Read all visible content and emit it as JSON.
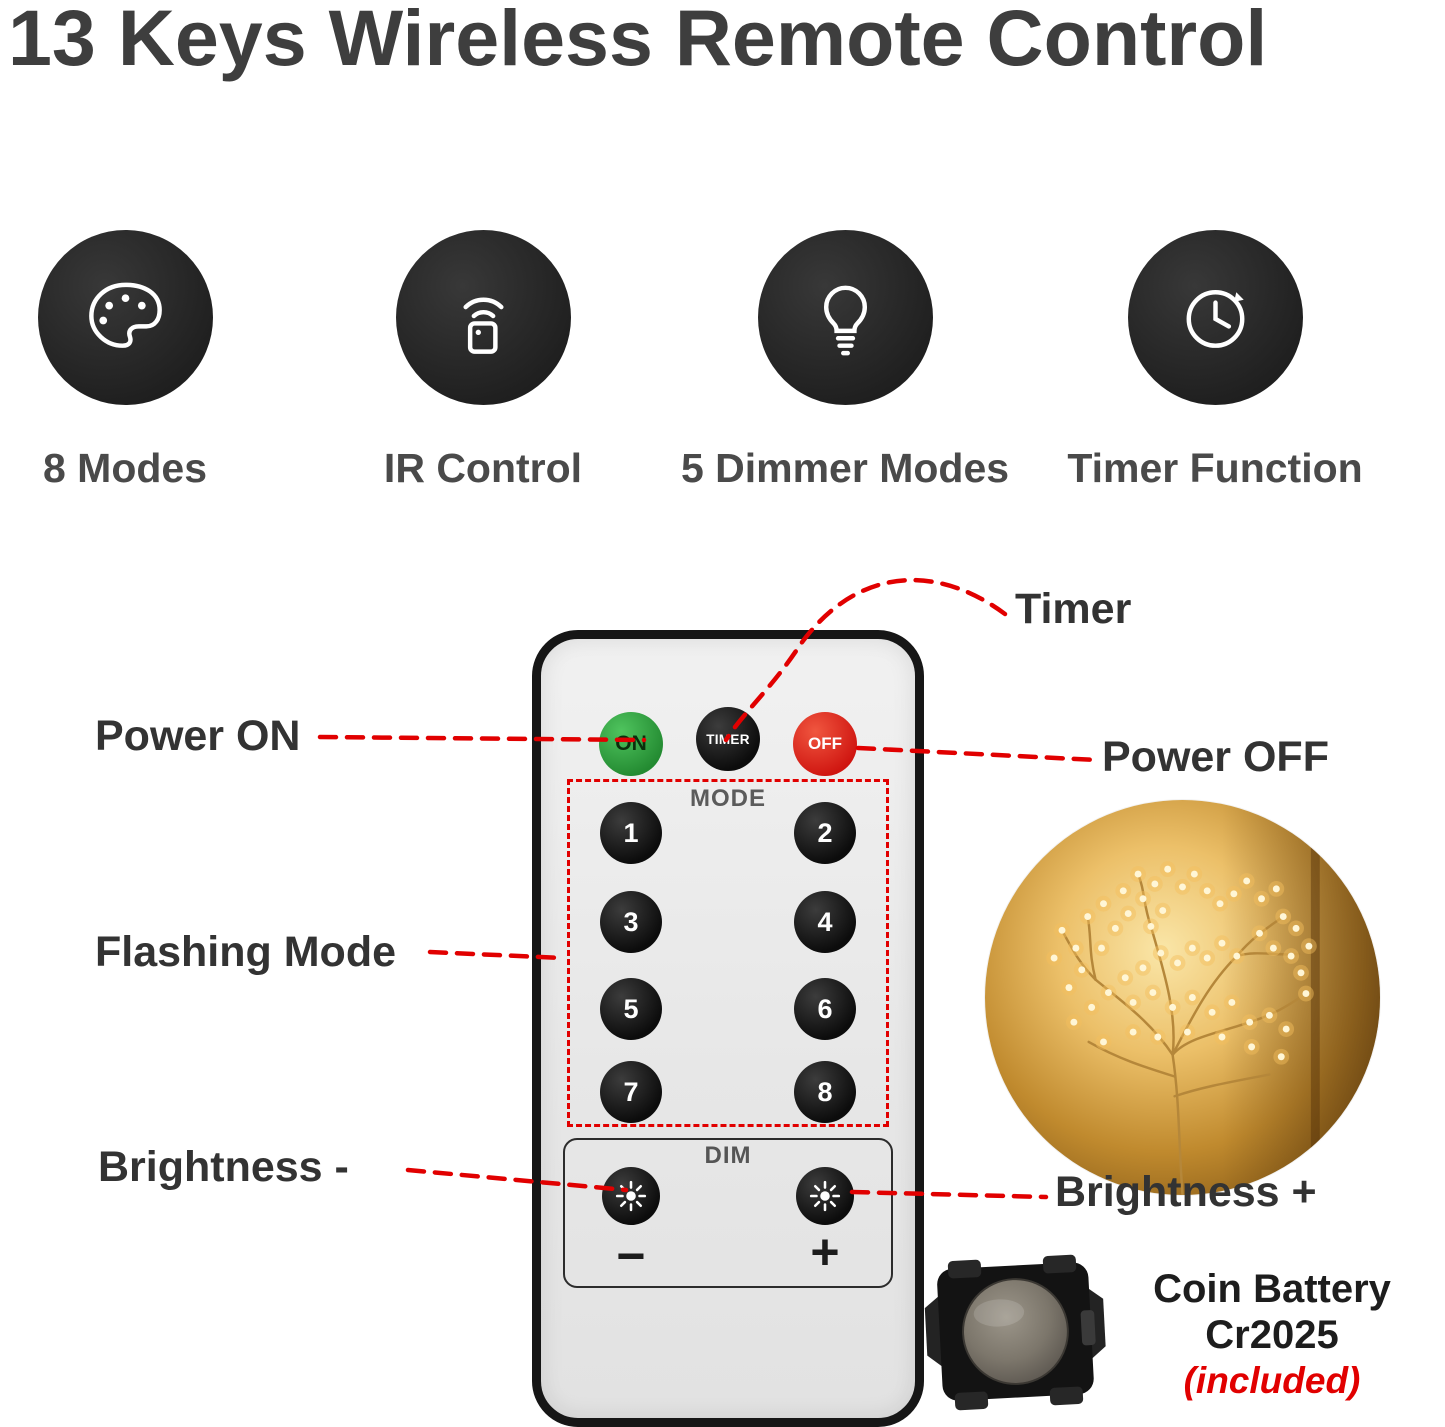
{
  "title": "13 Keys Wireless Remote Control",
  "features": [
    {
      "label": "8 Modes",
      "icon": "palette-icon"
    },
    {
      "label": "IR Control",
      "icon": "ir-control-icon"
    },
    {
      "label": "5 Dimmer Modes",
      "icon": "dimmer-bulb-icon"
    },
    {
      "label": "Timer Function",
      "icon": "timer-clock-icon"
    }
  ],
  "remote": {
    "on": "ON",
    "timer": "TIMER",
    "off": "OFF",
    "mode_label": "MODE",
    "modes": [
      "1",
      "2",
      "3",
      "4",
      "5",
      "6",
      "7",
      "8"
    ],
    "dim_label": "DIM",
    "minus": "−",
    "plus": "+"
  },
  "annotations": {
    "timer": "Timer",
    "power_on": "Power ON",
    "power_off": "Power OFF",
    "flashing_mode": "Flashing Mode",
    "brightness_minus": "Brightness -",
    "brightness_plus": "Brightness +"
  },
  "battery": {
    "name": "Coin Battery",
    "model": "Cr2025",
    "note": "(included)"
  },
  "colors": {
    "accent_red": "#e10000",
    "on_green": "#2f9e3f",
    "off_red": "#e8241c",
    "text_dark": "#3e3e3e",
    "icon_circle": "#262626",
    "light_amber": "#f0c05a"
  }
}
